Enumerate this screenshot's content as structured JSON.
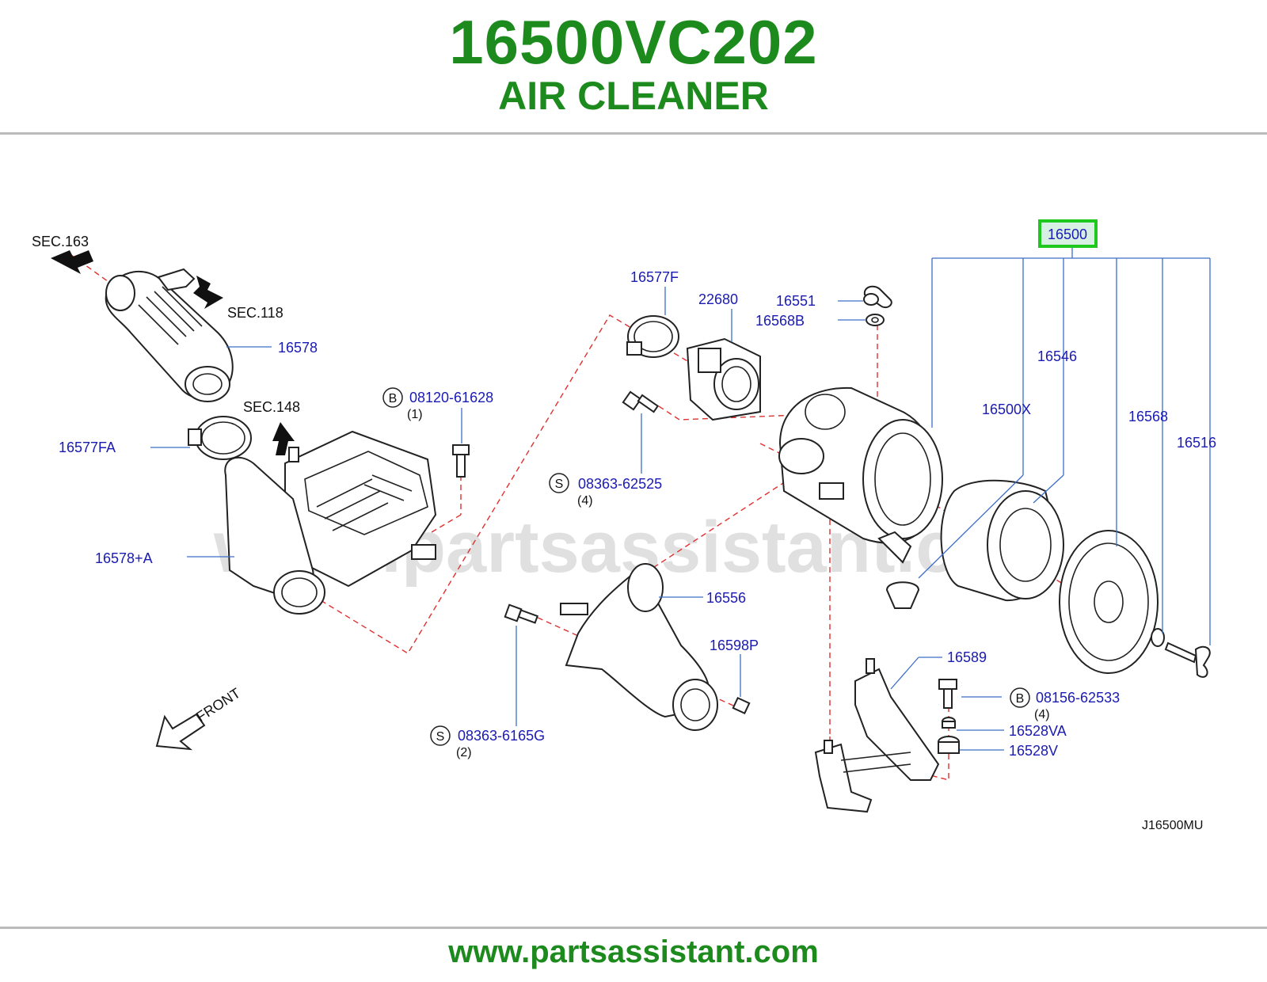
{
  "header": {
    "part_number": "16500VC202",
    "part_name": "AIR CLEANER"
  },
  "colors": {
    "brand_green": "#1d8a1d",
    "label_blue": "#1a1ab4",
    "leader_blue": "#3c6ec8",
    "dash_red": "#e03030",
    "highlight_green": "#1ec81e",
    "highlight_fill": "#d8f0e4"
  },
  "diagram": {
    "watermark": "www.partsassistant.com",
    "code": "J16500MU",
    "front_label": "FRONT",
    "sections": {
      "sec163": "SEC.163",
      "sec118": "SEC.118",
      "sec148": "SEC.148"
    },
    "callouts": {
      "p16500": "16500",
      "p16578": "16578",
      "p16577FA": "16577FA",
      "p16578A": "16578+A",
      "p08120": "08120-61628",
      "p08120_qty": "(1)",
      "p16577F": "16577F",
      "p22680": "22680",
      "p16551": "16551",
      "p16568B": "16568B",
      "p16546": "16546",
      "p16500X": "16500X",
      "p16568": "16568",
      "p16516": "16516",
      "p08363_62525": "08363-62525",
      "p08363_62525_qty": "(4)",
      "p16556": "16556",
      "p16598P": "16598P",
      "p08363_6165G": "08363-6165G",
      "p08363_6165G_qty": "(2)",
      "p16589": "16589",
      "p08156": "08156-62533",
      "p08156_qty": "(4)",
      "p16528VA": "16528VA",
      "p16528V": "16528V"
    },
    "markers": {
      "b": "B",
      "s": "S"
    }
  },
  "footer": {
    "url": "www.partsassistant.com"
  }
}
